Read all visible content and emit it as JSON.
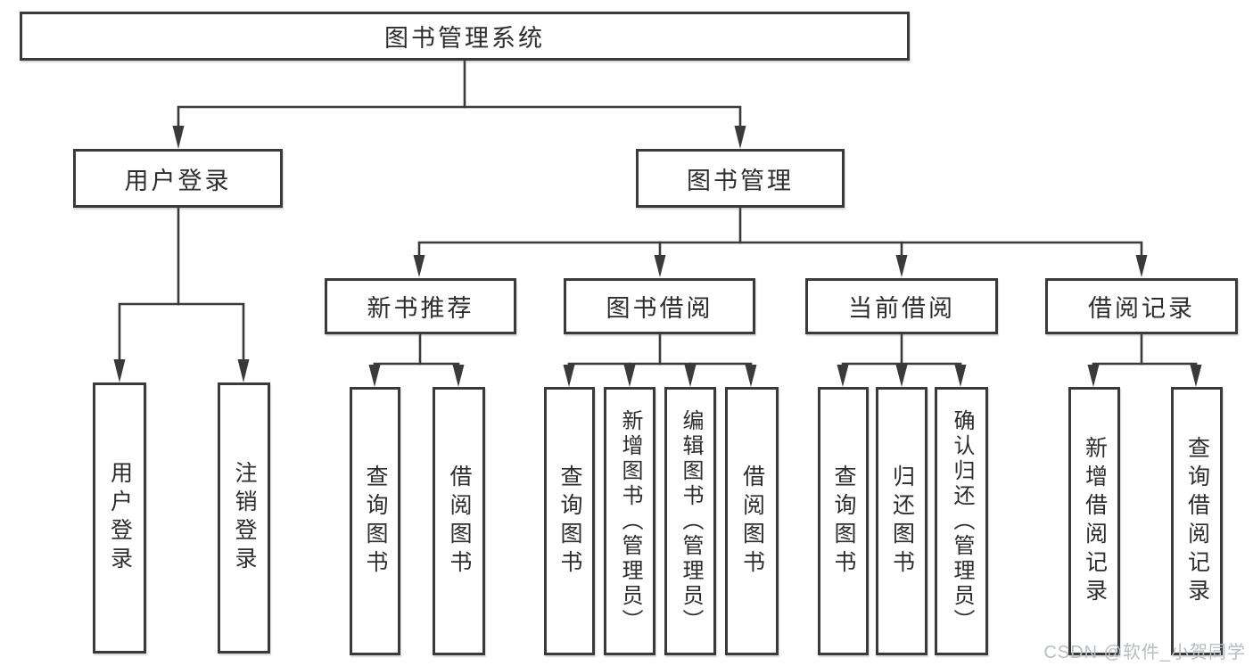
{
  "diagram_title": "图书管理系统",
  "watermark": "CSDN @软件_小贺同学",
  "colors": {
    "line": "#3a3a3a",
    "box_border": "#3a3a3a",
    "box_fill": "#ffffff",
    "text": "#2d2d2d",
    "watermark": "#b7bdc5",
    "background": "#ffffff"
  },
  "tree": {
    "root": {
      "label": "图书管理系统"
    },
    "children": [
      {
        "label": "用户登录",
        "children": [
          {
            "label": "用户登录"
          },
          {
            "label": "注销登录"
          }
        ]
      },
      {
        "label": "图书管理",
        "children": [
          {
            "label": "新书推荐",
            "children": [
              {
                "label": "查询图书"
              },
              {
                "label": "借阅图书"
              }
            ]
          },
          {
            "label": "图书借阅",
            "children": [
              {
                "label": "查询图书"
              },
              {
                "label": "新增图书（管理员）"
              },
              {
                "label": "编辑图书（管理员）"
              },
              {
                "label": "借阅图书"
              }
            ]
          },
          {
            "label": "当前借阅",
            "children": [
              {
                "label": "查询图书"
              },
              {
                "label": "归还图书"
              },
              {
                "label": "确认归还（管理员）"
              }
            ]
          },
          {
            "label": "借阅记录",
            "children": [
              {
                "label": "新增借阅记录"
              },
              {
                "label": "查询借阅记录"
              }
            ]
          }
        ]
      }
    ]
  }
}
